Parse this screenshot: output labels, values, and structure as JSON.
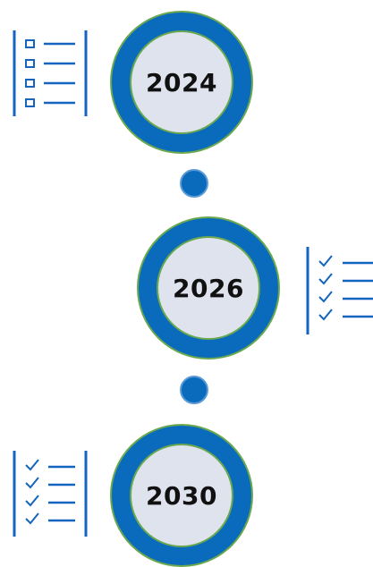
{
  "timeline": {
    "milestones": [
      {
        "year": "2024",
        "icon": "checkbox-list-icon"
      },
      {
        "year": "2026",
        "icon": "checklist-icon"
      },
      {
        "year": "2030",
        "icon": "checklist-icon"
      }
    ],
    "connectors": 2
  },
  "colors": {
    "ring": "#0a6bbd",
    "ring_outline": "#6aa84f",
    "inner_fill": "#dfe3ee",
    "icon": "#1565c0",
    "year_text": "#111111"
  }
}
